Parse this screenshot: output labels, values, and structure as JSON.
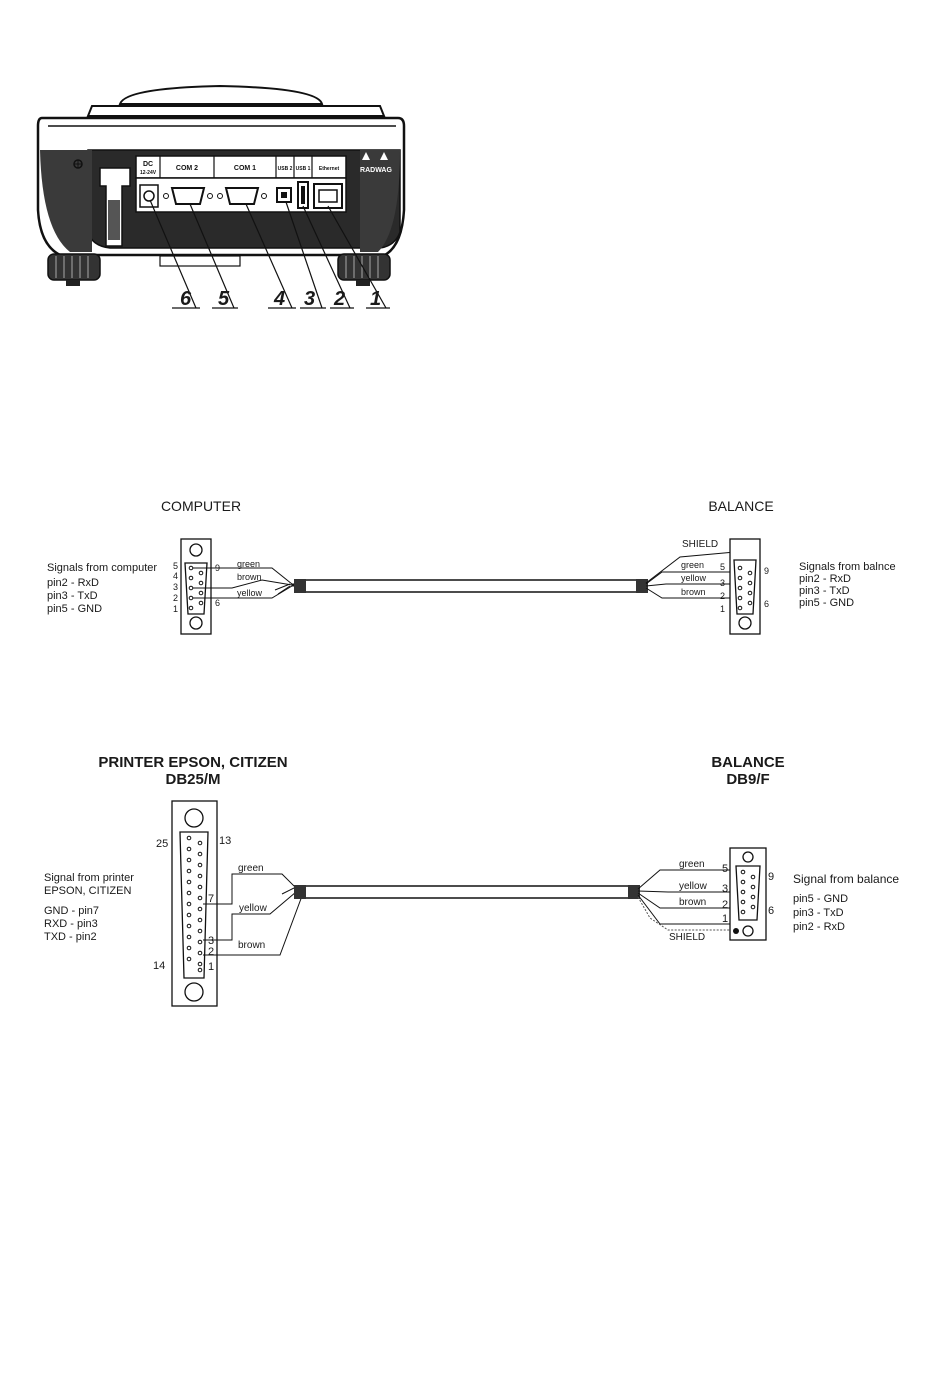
{
  "panel": {
    "port_labels": [
      "DC\n12-24V",
      "COM 2",
      "COM 1",
      "USB 2",
      "USB 1",
      "Ethernet"
    ],
    "brand": "RADWAG",
    "callouts": [
      "6",
      "5",
      "4",
      "3",
      "2",
      "1"
    ]
  },
  "diagram1": {
    "left_title": "COMPUTER",
    "right_title": "BALANCE",
    "left_signals_title": "Signals from computer",
    "left_signals": [
      "pin2 - RxD",
      "pin3 - TxD",
      "pin5 - GND"
    ],
    "right_signals_title": "Signals from balnce",
    "right_signals": [
      "pin2 - RxD",
      "pin3 - TxD",
      "pin5 - GND"
    ],
    "left_pin_numbers": [
      "5",
      "4",
      "3",
      "2",
      "1",
      "9",
      "6"
    ],
    "right_pin_numbers": [
      "5",
      "3",
      "2",
      "1",
      "9",
      "6"
    ],
    "left_wires": [
      "green",
      "brown",
      "yellow"
    ],
    "right_wires": [
      "green",
      "yellow",
      "brown"
    ],
    "shield": "SHIELD"
  },
  "diagram2": {
    "left_title_line1": "PRINTER EPSON, CITIZEN",
    "left_title_line2": "DB25/M",
    "right_title_line1": "BALANCE",
    "right_title_line2": "DB9/F",
    "left_signals_title_line1": "Signal from printer",
    "left_signals_title_line2": "EPSON, CITIZEN",
    "left_signals": [
      "GND - pin7",
      "RXD - pin3",
      "TXD - pin2"
    ],
    "right_signals_title": "Signal from balance",
    "right_signals": [
      "pin5 - GND",
      "pin3 - TxD",
      "pin2 - RxD"
    ],
    "left_pin_numbers": [
      "25",
      "13",
      "14",
      "7",
      "3",
      "2",
      "1"
    ],
    "right_pin_numbers": [
      "5",
      "3",
      "2",
      "1",
      "9",
      "6"
    ],
    "left_wires": [
      "green",
      "yellow",
      "brown"
    ],
    "right_wires": [
      "green",
      "yellow",
      "brown"
    ],
    "shield": "SHIELD"
  }
}
